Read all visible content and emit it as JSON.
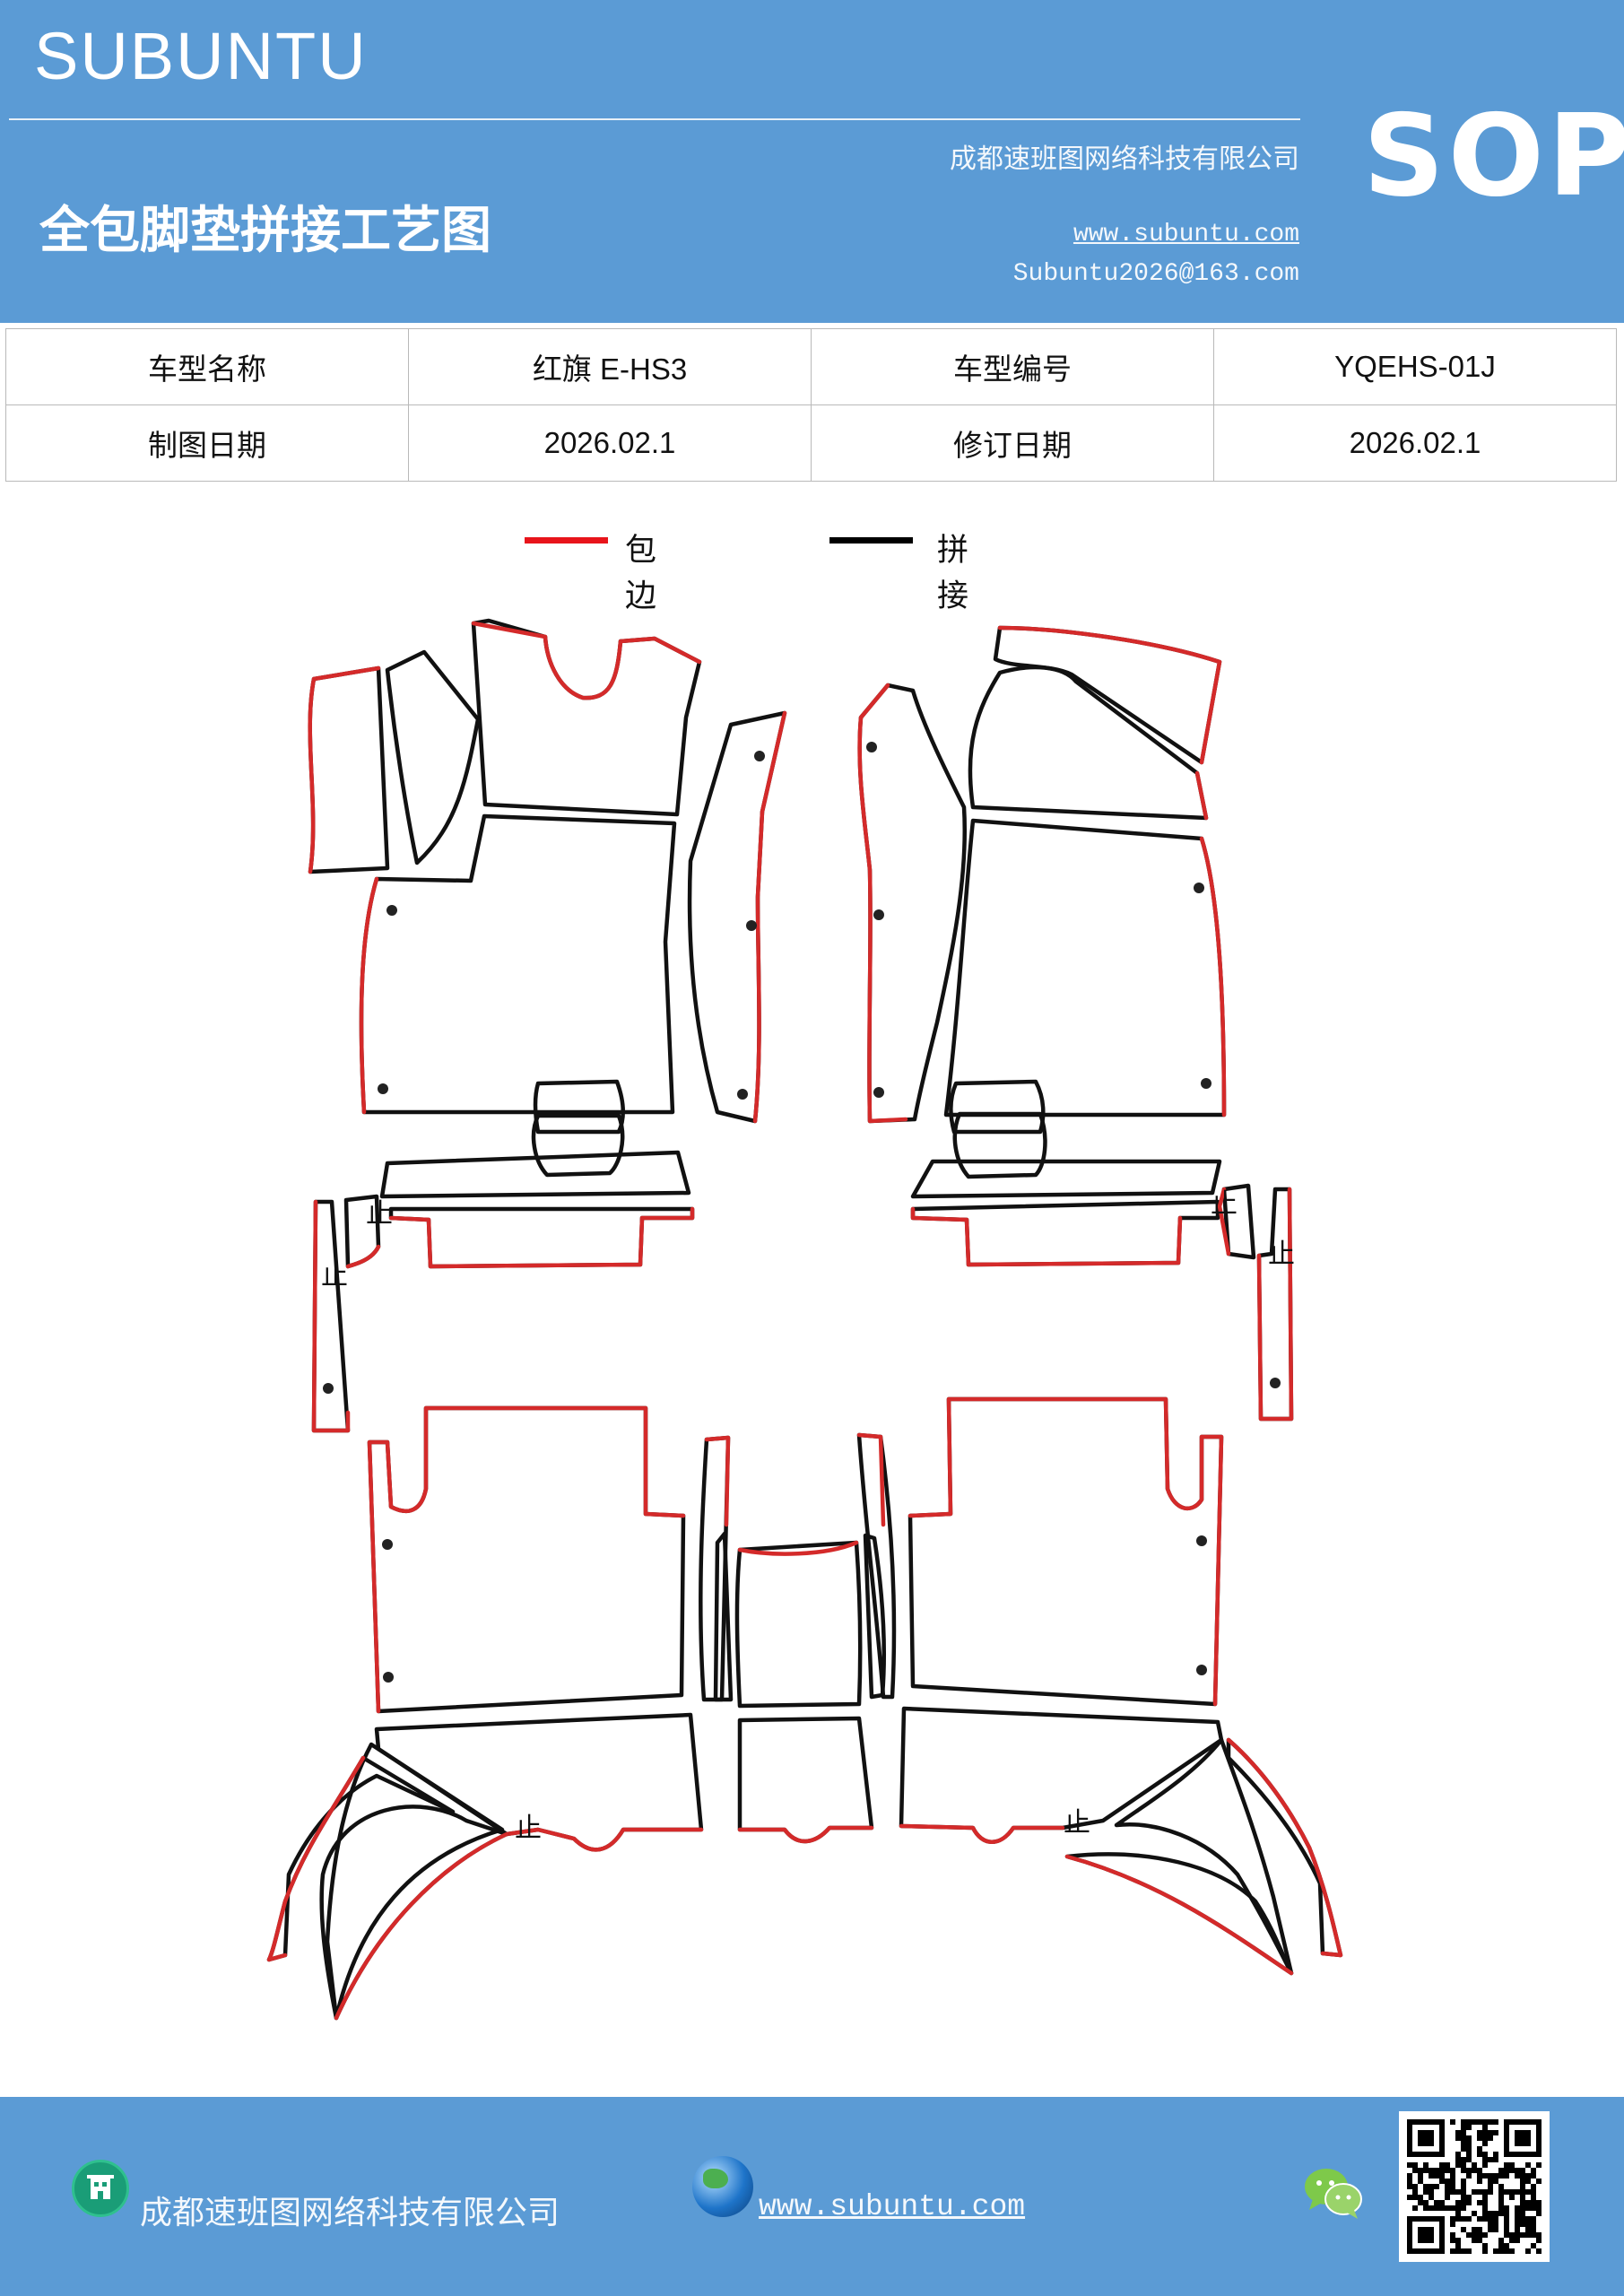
{
  "header": {
    "brand": "SUBUNTU",
    "company": "成都速班图网络科技有限公司",
    "title": "全包脚垫拼接工艺图",
    "website": "www.subuntu.com",
    "email": "Subuntu2026@163.com",
    "badge": "SOP",
    "background_color": "#5b9bd5"
  },
  "info_table": {
    "rows": [
      {
        "label1": "车型名称",
        "value1": "红旗 E-HS3",
        "label2": "车型编号",
        "value2": "YQEHS-01J"
      },
      {
        "label1": "制图日期",
        "value1": "2026.02.1",
        "label2": "修订日期",
        "value2": "2026.02.1"
      }
    ]
  },
  "legend": {
    "items": [
      {
        "label": "包边",
        "color": "#e8141b"
      },
      {
        "label": "拼接",
        "color": "#000000"
      }
    ]
  },
  "diagram": {
    "stop_mark": "止",
    "edge_color": "#d42a2a",
    "seam_color": "#111111"
  },
  "footer": {
    "company": "成都速班图网络科技有限公司",
    "website": "www.subuntu.com",
    "icons": [
      "building-icon",
      "globe-icon",
      "wechat-icon",
      "qr-code"
    ]
  }
}
